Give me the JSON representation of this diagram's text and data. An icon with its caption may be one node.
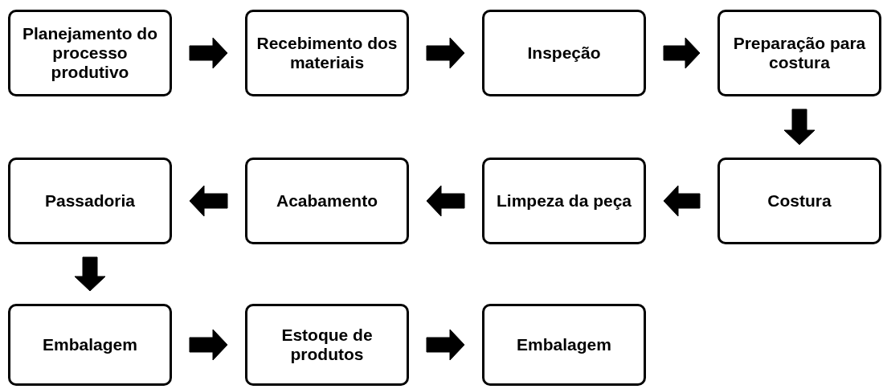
{
  "diagram": {
    "nodes": [
      {
        "text": [
          "Planejamento do processo produtivo"
        ]
      },
      {
        "text": [
          "Recebimento dos materiais"
        ]
      },
      {
        "text": [
          "Inspeção"
        ]
      },
      {
        "text": [
          "Preparação para costura"
        ]
      },
      {
        "text": [
          "Costura"
        ]
      },
      {
        "text": [
          "Limpeza da peça"
        ]
      },
      {
        "text": [
          "Acabamento"
        ]
      },
      {
        "text": [
          "Passadoria"
        ]
      },
      {
        "text": [
          "Embalagem"
        ]
      },
      {
        "text": [
          "Estoque de produtos"
        ]
      },
      {
        "text": [
          "Embalagem"
        ]
      }
    ],
    "edges": [
      {
        "from": 0,
        "to": 1,
        "arrow": "to"
      },
      {
        "from": 1,
        "to": 2,
        "arrow": "to"
      },
      {
        "from": 2,
        "to": 3,
        "arrow": "to"
      },
      {
        "from": 3,
        "to": 4,
        "arrow": "to"
      },
      {
        "from": 4,
        "to": 5,
        "arrow": "to"
      },
      {
        "from": 5,
        "to": 6,
        "arrow": "to"
      },
      {
        "from": 6,
        "to": 7,
        "arrow": "to"
      },
      {
        "from": 7,
        "to": 8,
        "arrow": "to"
      },
      {
        "from": 8,
        "to": 9,
        "arrow": "to"
      },
      {
        "from": 9,
        "to": 10,
        "arrow": "to"
      }
    ]
  }
}
